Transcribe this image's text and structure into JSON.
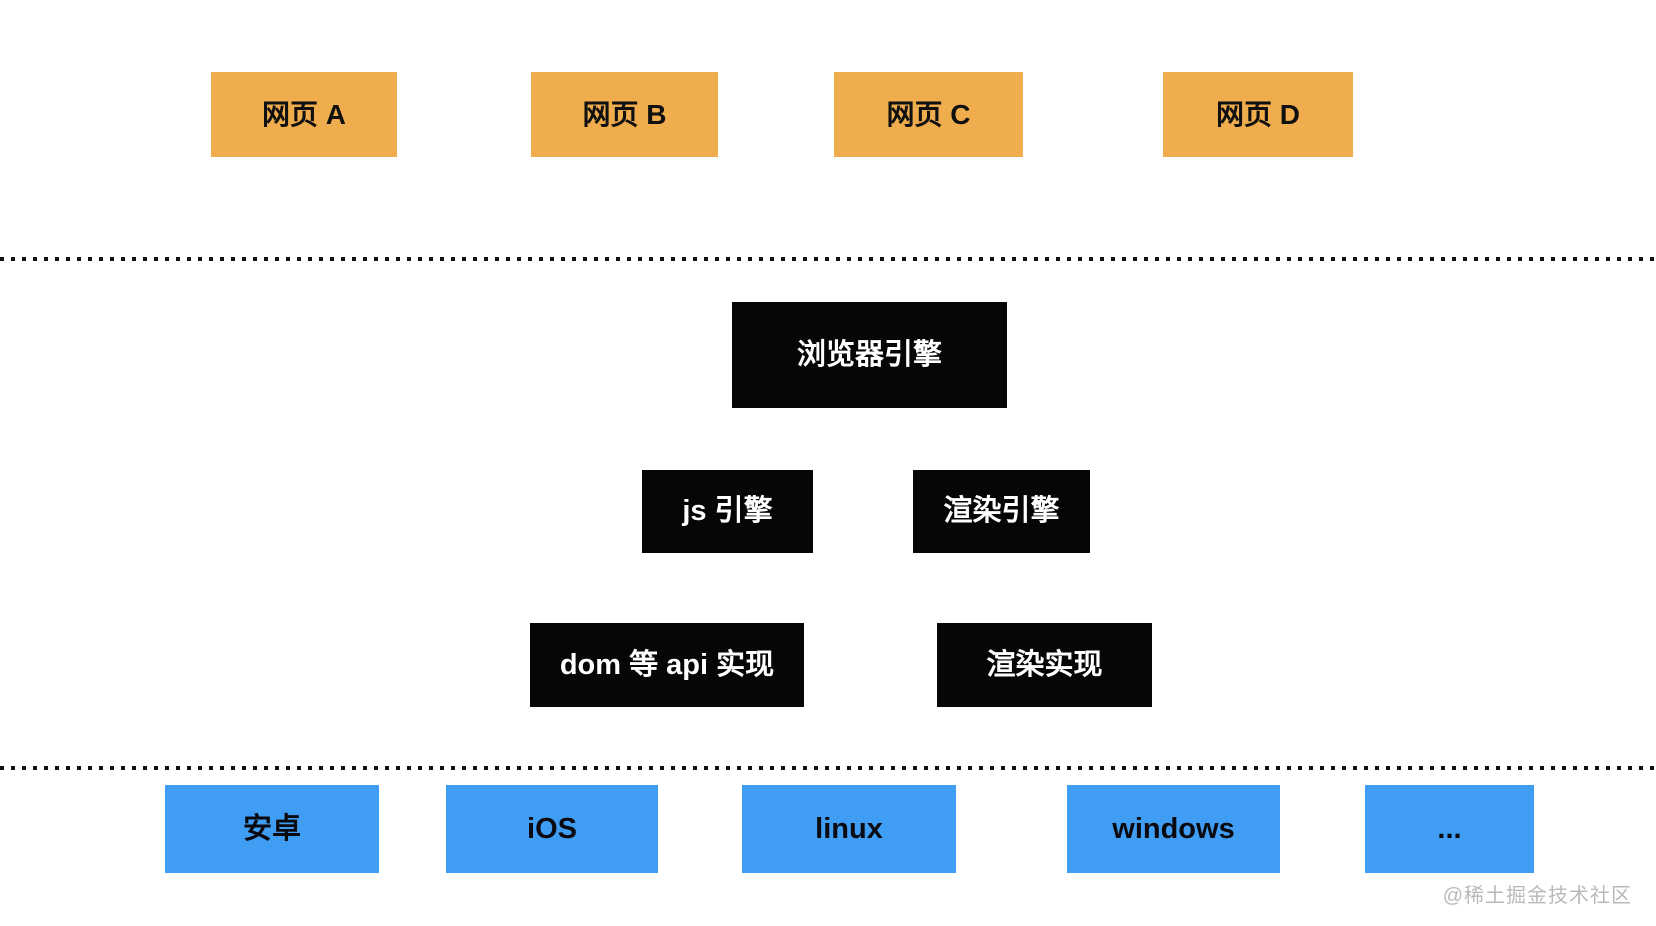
{
  "diagram": {
    "webpages": [
      {
        "label": "网页 A"
      },
      {
        "label": "网页 B"
      },
      {
        "label": "网页 C"
      },
      {
        "label": "网页 D"
      }
    ],
    "browser_engine": {
      "label": "浏览器引擎"
    },
    "engines": [
      {
        "label": "js 引擎"
      },
      {
        "label": "渲染引擎"
      }
    ],
    "implementations": [
      {
        "label": "dom 等 api 实现"
      },
      {
        "label": "渲染实现"
      }
    ],
    "platforms": [
      {
        "label": "安卓"
      },
      {
        "label": "iOS"
      },
      {
        "label": "linux"
      },
      {
        "label": "windows"
      },
      {
        "label": "..."
      }
    ]
  },
  "watermark": {
    "text": "@稀土掘金技术社区"
  },
  "colors": {
    "webpage_box": "#efad4d",
    "engine_box": "#060606",
    "platform_box": "#3f9ef4",
    "divider_dot": "#111111",
    "watermark_text": "#b9b9b9",
    "webpage_text": "#101010",
    "engine_text": "#ffffff",
    "platform_text": "#0a0a10"
  }
}
